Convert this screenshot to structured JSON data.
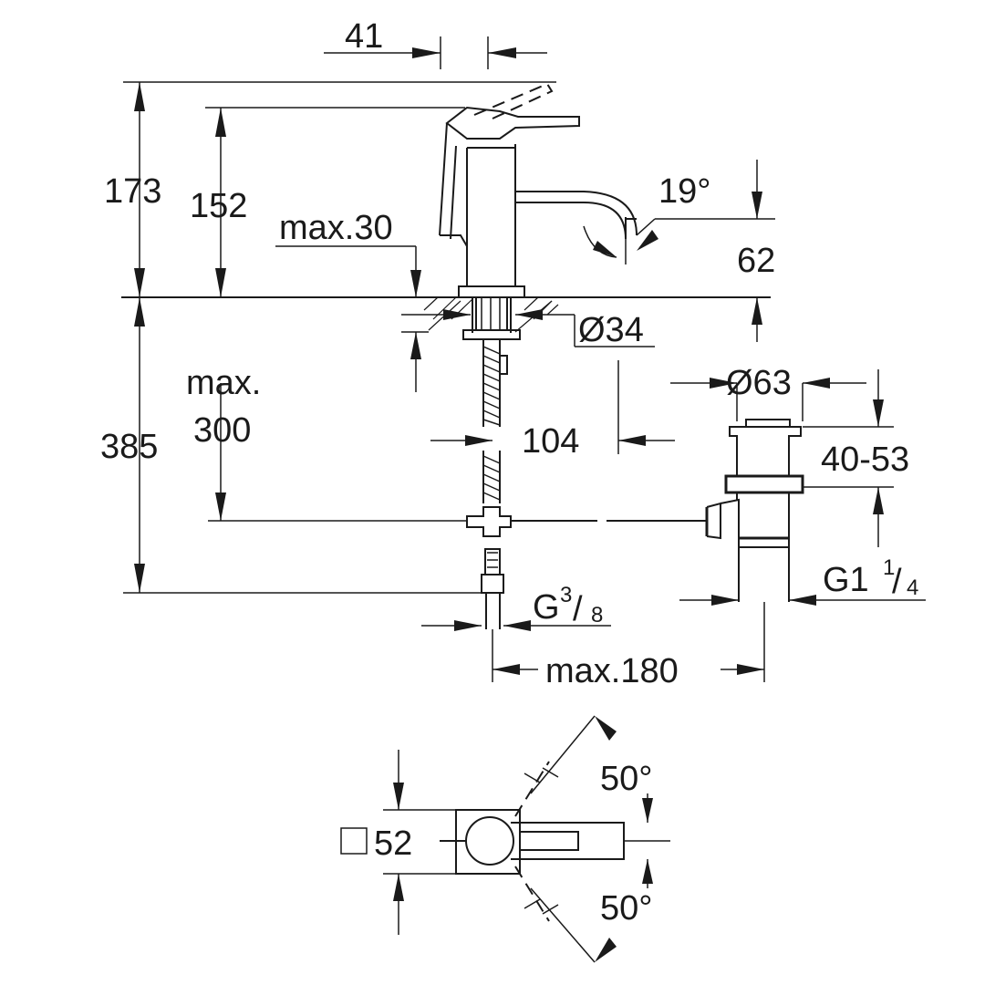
{
  "dimensions": {
    "d41": "41",
    "d173": "173",
    "d152": "152",
    "max30": "max.30",
    "d19": "19°",
    "d62": "62",
    "d34": "Ø34",
    "d63": "Ø63",
    "max300_line1": "max.",
    "max300_line2": "300",
    "d385": "385",
    "d104": "104",
    "d4053": "40-53",
    "g114_main": "G1",
    "g114_num": "1",
    "g114_den": "4",
    "g38_main": "G",
    "g38_num": "3",
    "g38_den": "8",
    "max180": "max.180",
    "d50_top": "50°",
    "d50_bottom": "50°",
    "d52": "52"
  }
}
